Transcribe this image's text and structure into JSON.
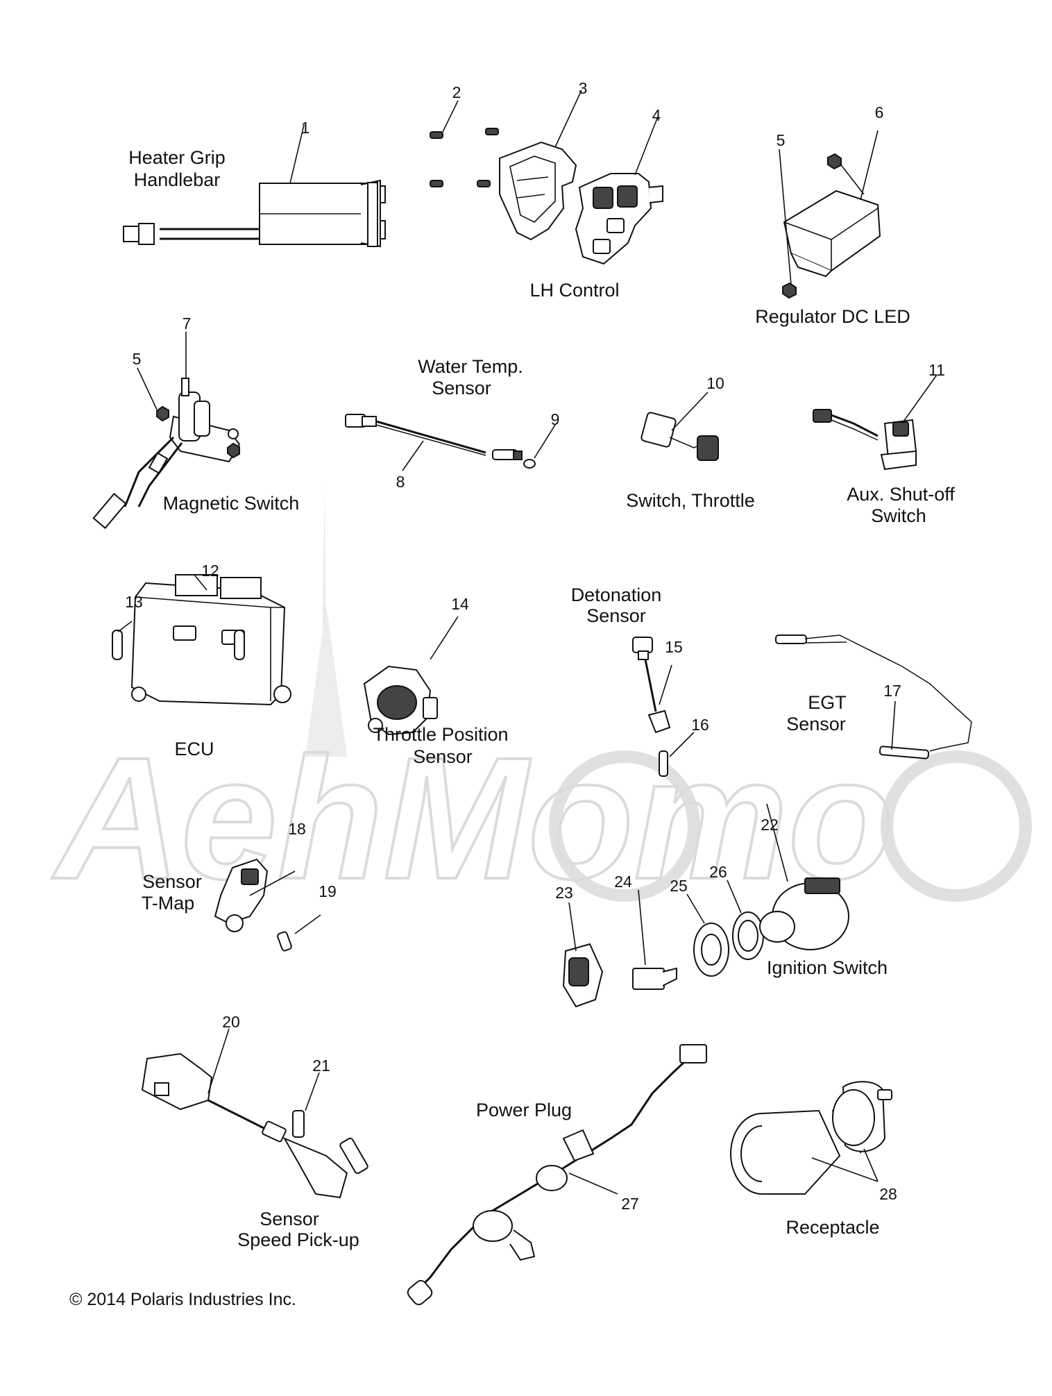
{
  "watermark": "AehMomo",
  "labels": {
    "heater_grip": [
      "Heater Grip",
      "Handlebar"
    ],
    "lh_control": [
      "LH Control"
    ],
    "regulator": [
      "Regulator DC LED"
    ],
    "magnetic_switch": [
      "Magnetic Switch"
    ],
    "water_temp": [
      "Water Temp.",
      "Sensor"
    ],
    "switch_throttle": [
      "Switch, Throttle"
    ],
    "aux_shutoff": [
      "Aux. Shut-off",
      "Switch"
    ],
    "ecu": [
      "ECU"
    ],
    "tps": [
      "Throttle Position",
      "Sensor"
    ],
    "detonation": [
      "Detonation",
      "Sensor"
    ],
    "egt": [
      "EGT",
      "Sensor"
    ],
    "tmap": [
      "Sensor",
      "T-Map"
    ],
    "ignition": [
      "Ignition Switch"
    ],
    "power_plug": [
      "Power Plug"
    ],
    "speed_pickup": [
      "Sensor",
      "Speed Pick-up"
    ],
    "receptacle": [
      "Receptacle"
    ]
  },
  "part_numbers": [
    "1",
    "2",
    "3",
    "4",
    "5",
    "6",
    "5",
    "7",
    "8",
    "9",
    "10",
    "11",
    "12",
    "13",
    "14",
    "15",
    "16",
    "17",
    "18",
    "19",
    "20",
    "21",
    "22",
    "23",
    "24",
    "25",
    "26",
    "27",
    "28"
  ],
  "copyright": "© 2014 Polaris Industries Inc."
}
